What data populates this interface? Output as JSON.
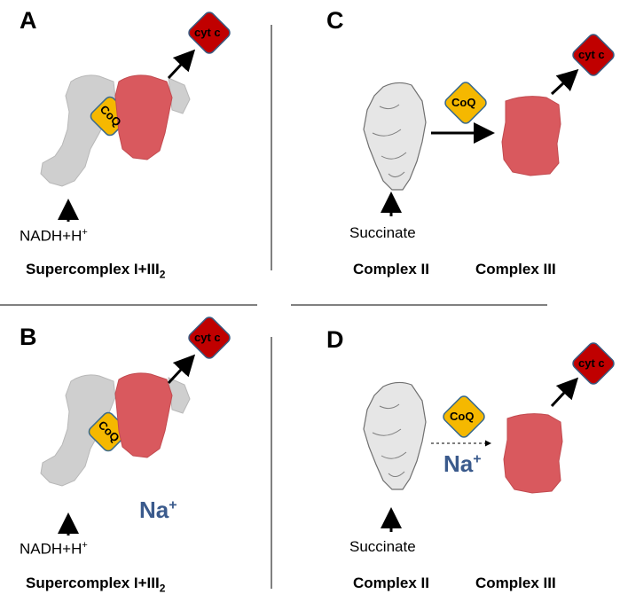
{
  "colors": {
    "divider": "#000000",
    "complex_i": "#cfcfcf",
    "complex_iii": "#d9595e",
    "complex_ii": "#e6e6e6",
    "coq_fill": "#f5b800",
    "coq_border": "#3a6a8c",
    "cytc_fill": "#c00000",
    "cytc_border": "#3a5a80",
    "na_text": "#3a5a8c"
  },
  "panels": {
    "A": {
      "letter": "A",
      "substrate": "NADH+H",
      "substrate_sup": "+",
      "caption": "Supercomplex I+III",
      "caption_sub": "2",
      "coq": "CoQ",
      "cytc": "cyt c"
    },
    "B": {
      "letter": "B",
      "substrate": "NADH+H",
      "substrate_sup": "+",
      "caption": "Supercomplex I+III",
      "caption_sub": "2",
      "coq": "CoQ",
      "cytc": "cyt c",
      "inhibitor": "Na",
      "inhibitor_sup": "+"
    },
    "C": {
      "letter": "C",
      "substrate": "Succinate",
      "caption_left": "Complex II",
      "caption_right": "Complex III",
      "coq": "CoQ",
      "cytc": "cyt c"
    },
    "D": {
      "letter": "D",
      "substrate": "Succinate",
      "caption_left": "Complex II",
      "caption_right": "Complex III",
      "coq": "CoQ",
      "cytc": "cyt c",
      "inhibitor": "Na",
      "inhibitor_sup": "+"
    }
  }
}
